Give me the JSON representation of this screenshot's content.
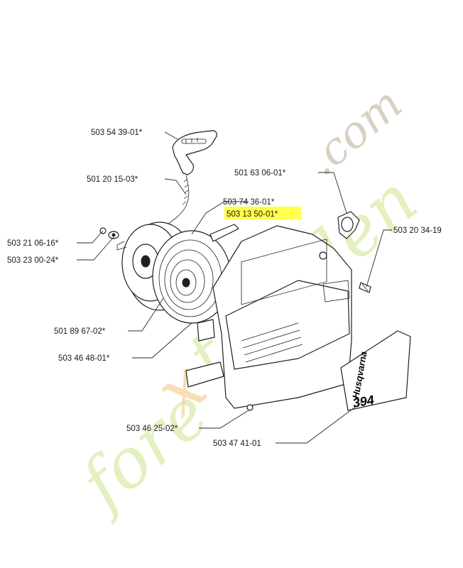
{
  "diagram": {
    "parts": [
      {
        "id": "handle",
        "part_number": "503 54 39-01*"
      },
      {
        "id": "rope",
        "part_number": "501 20 15-03*"
      },
      {
        "id": "washer",
        "part_number": "503 21 06-16*"
      },
      {
        "id": "screw",
        "part_number": "503 23 00-24*"
      },
      {
        "id": "spring",
        "part_number": "503 74 36-01*"
      },
      {
        "id": "spring-cassette",
        "part_number": "503 13 50-01*",
        "highlighted": true
      },
      {
        "id": "pulley",
        "part_number": "501 89 67-02*"
      },
      {
        "id": "guide-plate",
        "part_number": "503 46 48-01*"
      },
      {
        "id": "starter-housing",
        "part_number": "503 46 25-02*"
      },
      {
        "id": "rope-guide",
        "part_number": "501 63 06-01*"
      },
      {
        "id": "housing-screw",
        "part_number": "503 20 34-19"
      },
      {
        "id": "decal",
        "part_number": "503 47 41-01"
      }
    ],
    "decal": {
      "brand": "Husqvarna",
      "model": "394"
    },
    "highlight_color": "#ffff4d"
  },
  "watermark": {
    "part1": "fore",
    "part2": "x",
    "part3": "tgarden",
    "part4": ".com"
  }
}
